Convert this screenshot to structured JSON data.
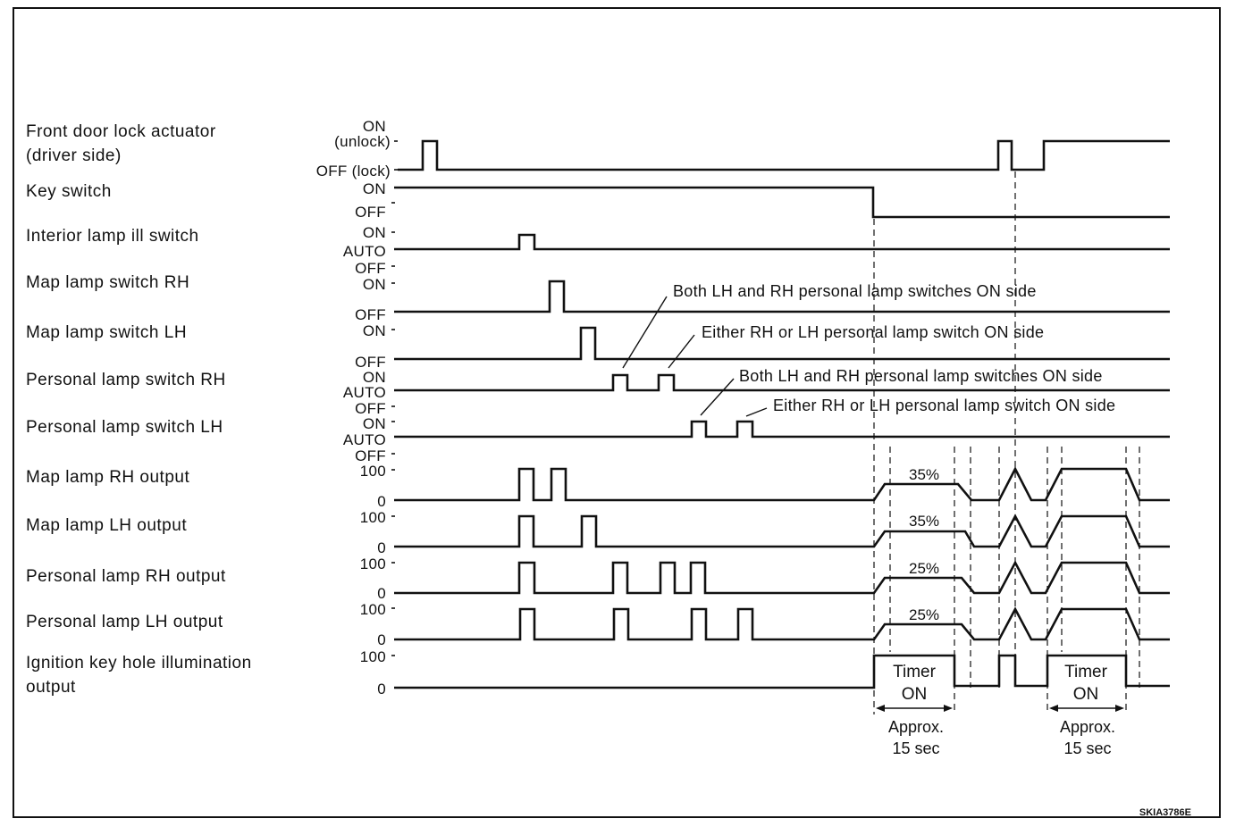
{
  "signals": [
    {
      "id": "front-door",
      "label_lines": [
        "Front door lock actuator",
        "(driver side)"
      ],
      "levels": [
        "ON",
        "(unlock)",
        "OFF (lock)"
      ]
    },
    {
      "id": "key-switch",
      "label_lines": [
        "Key switch"
      ],
      "levels": [
        "ON",
        "OFF"
      ]
    },
    {
      "id": "interior-ill",
      "label_lines": [
        "Interior lamp ill switch"
      ],
      "levels": [
        "ON",
        "AUTO",
        "OFF"
      ]
    },
    {
      "id": "map-rh-sw",
      "label_lines": [
        "Map lamp switch RH"
      ],
      "levels": [
        "ON",
        "OFF"
      ]
    },
    {
      "id": "map-lh-sw",
      "label_lines": [
        "Map lamp switch LH"
      ],
      "levels": [
        "ON",
        "OFF"
      ]
    },
    {
      "id": "pers-rh-sw",
      "label_lines": [
        "Personal lamp switch RH"
      ],
      "levels": [
        "ON",
        "AUTO",
        "OFF"
      ]
    },
    {
      "id": "pers-lh-sw",
      "label_lines": [
        "Personal lamp switch LH"
      ],
      "levels": [
        "ON",
        "AUTO",
        "OFF"
      ]
    },
    {
      "id": "map-rh-out",
      "label_lines": [
        "Map lamp RH output"
      ],
      "levels": [
        "100",
        "0"
      ],
      "percent": "35%"
    },
    {
      "id": "map-lh-out",
      "label_lines": [
        "Map lamp LH output"
      ],
      "levels": [
        "100",
        "0"
      ],
      "percent": "35%"
    },
    {
      "id": "pers-rh-out",
      "label_lines": [
        "Personal lamp RH output"
      ],
      "levels": [
        "100",
        "0"
      ],
      "percent": "25%"
    },
    {
      "id": "pers-lh-out",
      "label_lines": [
        "Personal lamp LH output"
      ],
      "levels": [
        "100",
        "0"
      ],
      "percent": "25%"
    },
    {
      "id": "ign-out",
      "label_lines": [
        "Ignition key hole illumination",
        "output"
      ],
      "levels": [
        "100",
        "0"
      ]
    }
  ],
  "annotations": {
    "both_on_1": "Both LH and RH personal lamp switches ON side",
    "either_on_1": "Either RH or LH personal lamp switch ON side",
    "both_on_2": "Both LH and RH personal lamp switches ON side",
    "either_on_2": "Either RH or LH personal lamp switch ON side"
  },
  "timers": [
    {
      "line1": "Timer",
      "line2": "ON",
      "approx1": "Approx.",
      "approx2": "15 sec"
    },
    {
      "line1": "Timer",
      "line2": "ON",
      "approx1": "Approx.",
      "approx2": "15 sec"
    }
  ],
  "figure_code": "SKIA3786E"
}
